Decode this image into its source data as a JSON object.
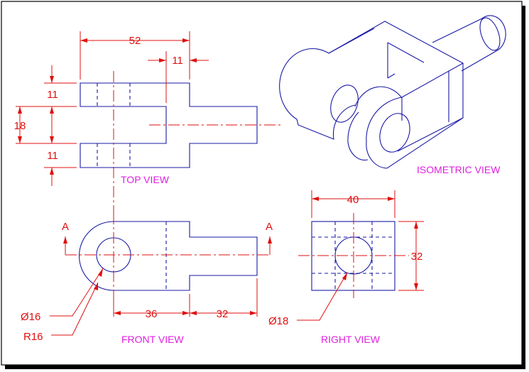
{
  "views": {
    "top": "TOP VIEW",
    "front": "FRONT VIEW",
    "right": "RIGHT VIEW",
    "isometric": "ISOMETRIC VIEW"
  },
  "dimensions": {
    "top_width": "52",
    "top_offset": "11",
    "top_upper": "11",
    "top_mid": "18",
    "top_lower": "11",
    "front_36": "36",
    "front_32": "32",
    "front_diameter": "Ø16",
    "front_radius": "R16",
    "right_width": "40",
    "right_height": "32",
    "right_diameter": "Ø18"
  },
  "section_marks": {
    "left": "A",
    "right": "A"
  },
  "colors": {
    "object": "#1a1aa6",
    "dimension": "#e01010",
    "label": "#e020e0"
  }
}
